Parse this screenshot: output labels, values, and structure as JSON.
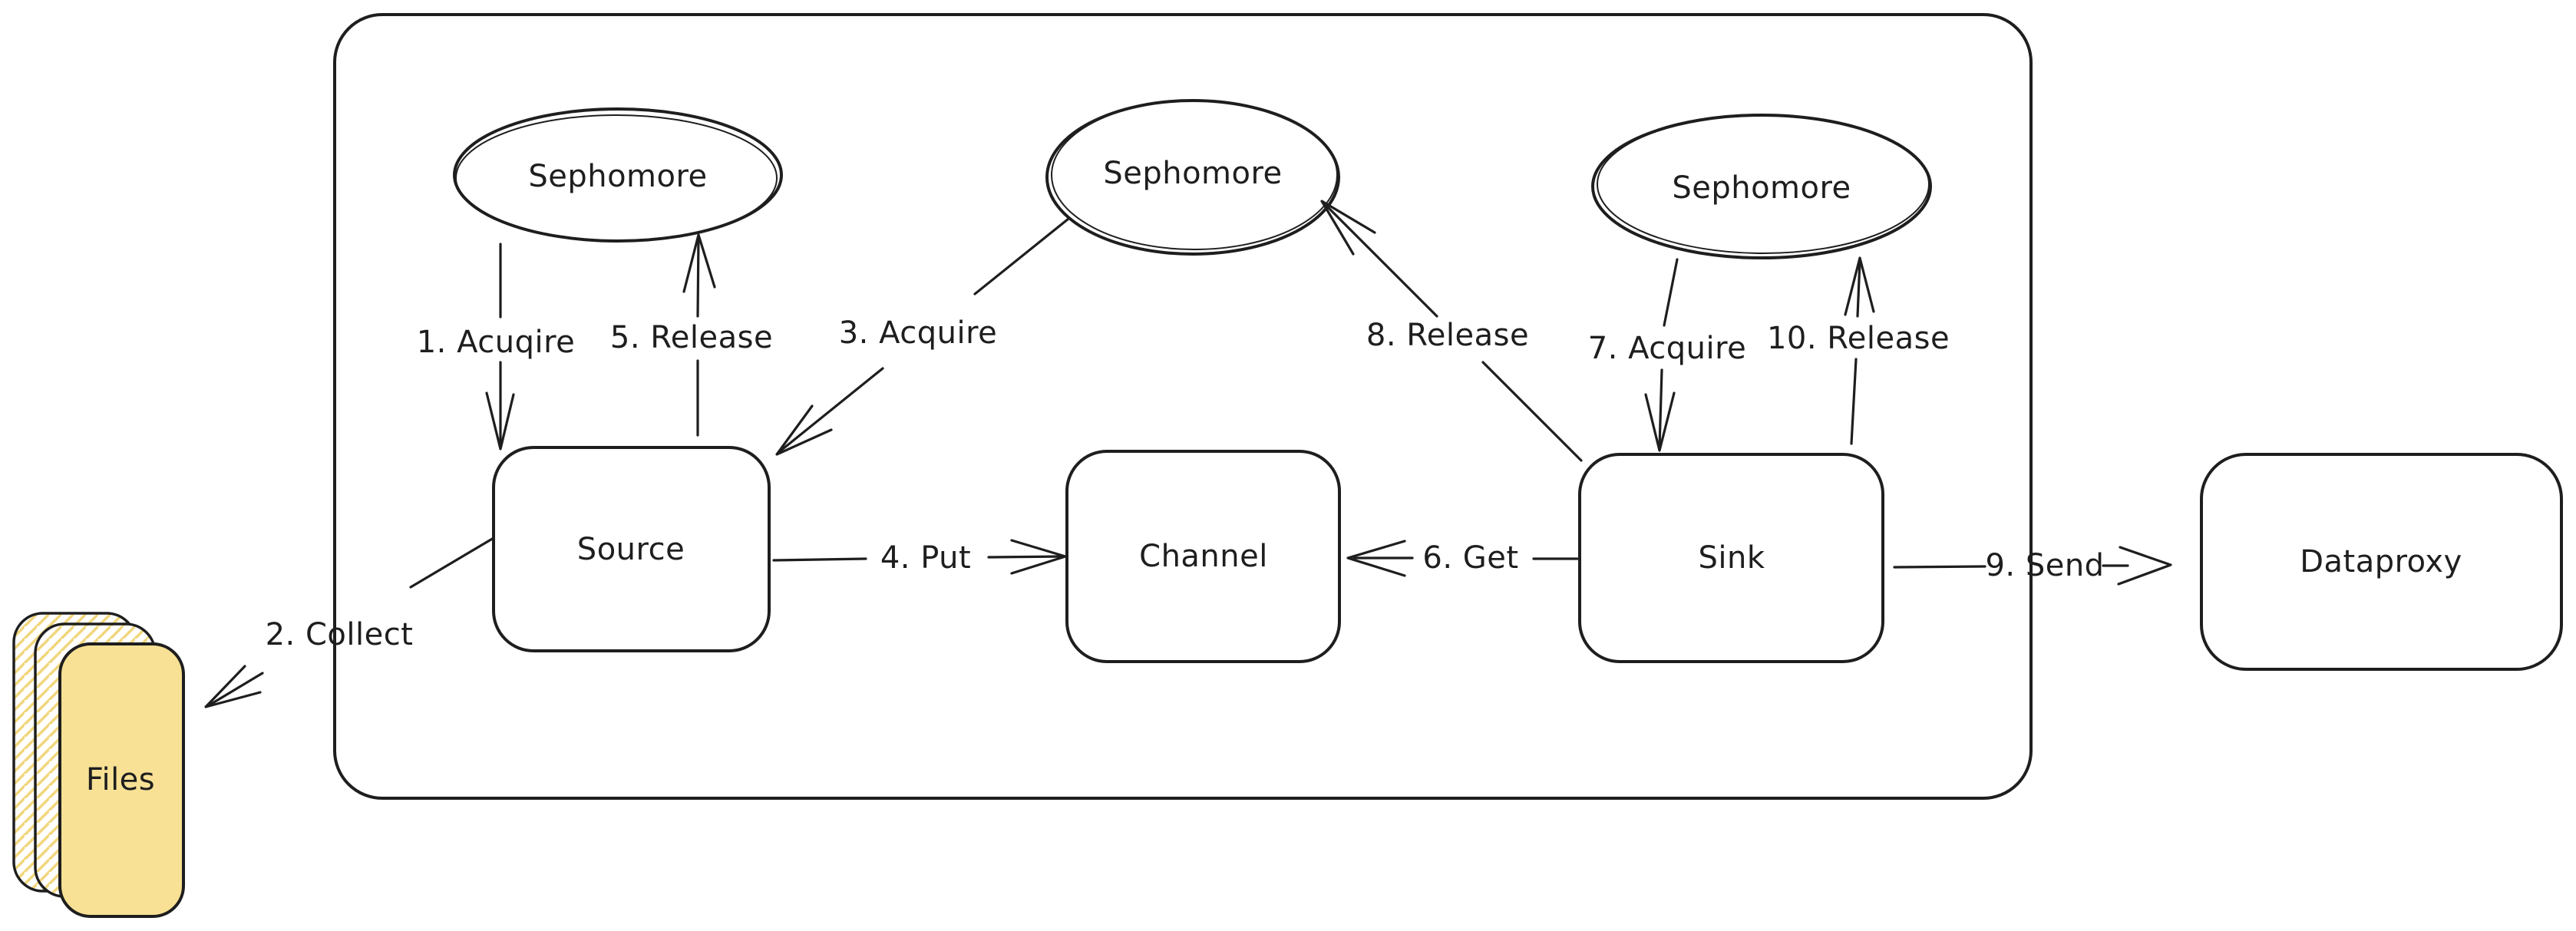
{
  "diagram": {
    "colors": {
      "background": "#ffffff",
      "stroke": "#1e1e1e",
      "files_fill": "#f8e195",
      "files_hatch": "#f1d67c"
    },
    "nodes": {
      "semaphore_left": {
        "label": "Sephomore"
      },
      "semaphore_middle": {
        "label": "Sephomore"
      },
      "semaphore_right": {
        "label": "Sephomore"
      },
      "source": {
        "label": "Source"
      },
      "channel": {
        "label": "Channel"
      },
      "sink": {
        "label": "Sink"
      },
      "dataproxy": {
        "label": "Dataproxy"
      },
      "files": {
        "label": "Files"
      }
    },
    "edges": [
      {
        "label": "1. Acuqire"
      },
      {
        "label": "2. Collect"
      },
      {
        "label": "3. Acquire"
      },
      {
        "label": "4. Put"
      },
      {
        "label": "5. Release"
      },
      {
        "label": "6. Get"
      },
      {
        "label": "7. Acquire"
      },
      {
        "label": "8. Release"
      },
      {
        "label": "9. Send"
      },
      {
        "label": "10. Release"
      }
    ]
  }
}
